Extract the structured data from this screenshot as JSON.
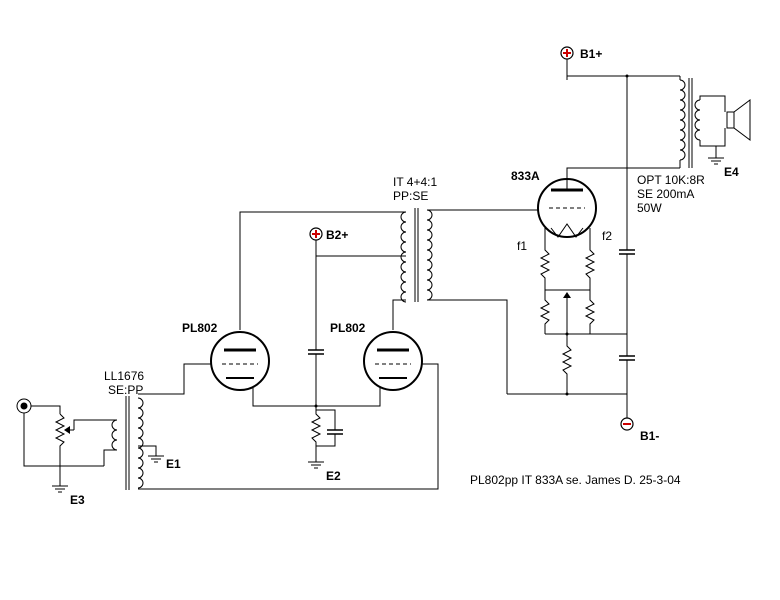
{
  "labels": {
    "b1_plus": "B1+",
    "b2_plus": "B2+",
    "b1_minus": "B1-",
    "tube_833": "833A",
    "tube_pl802_left": "PL802",
    "tube_pl802_right": "PL802",
    "it_line1": "IT 4+4:1",
    "it_line2": "PP:SE",
    "opt_line1": "OPT 10K:8R",
    "opt_line2": "SE 200mA",
    "opt_line3": "50W",
    "ll_line1": "LL1676",
    "ll_line2": "SE:PP",
    "f1": "f1",
    "f2": "f2",
    "e1": "E1",
    "e2": "E2",
    "e3": "E3",
    "e4": "E4",
    "caption": "PL802pp IT 833A se. James D. 25-3-04"
  },
  "colors": {
    "wire": "#000000",
    "supply_terminal": "#cc0000",
    "background": "#ffffff"
  }
}
